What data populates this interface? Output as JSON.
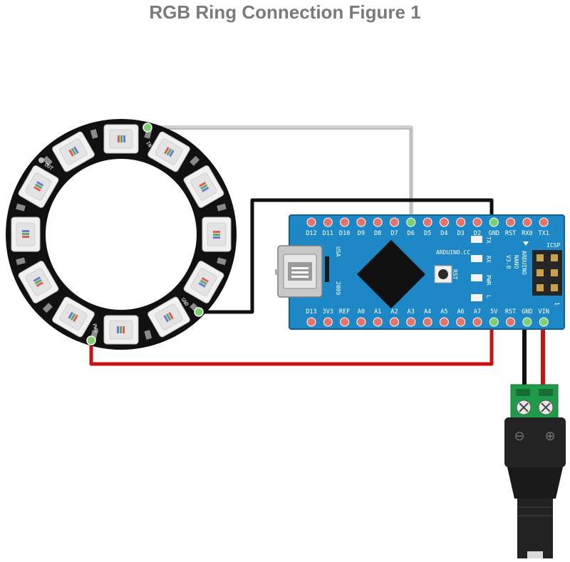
{
  "title": "RGB Ring Connection Figure 1",
  "ring": {
    "led_count": 12,
    "pad_labels": {
      "in": "IN",
      "out": "OUT",
      "gnd": "GND",
      "pwr": "PWR"
    }
  },
  "arduino": {
    "top_pins": [
      "D12",
      "D11",
      "D10",
      "D9",
      "D8",
      "D7",
      "D6",
      "D5",
      "D4",
      "D3",
      "D2",
      "GND",
      "RST",
      "RX0",
      "TX1"
    ],
    "bottom_pins": [
      "D13",
      "3V3",
      "REF",
      "A0",
      "A1",
      "A2",
      "A3",
      "A4",
      "A5",
      "A6",
      "A7",
      "5V",
      "RST",
      "GND",
      "VIN"
    ],
    "brand_text": "ARDUINO.CC",
    "model_lines": [
      "ARDUINO",
      "NANO",
      "V3.0"
    ],
    "usa_text": "USA",
    "year_text": "2009",
    "icsp_text": "ICSP",
    "rst_text": "RST",
    "led_labels": [
      "TX",
      "RX",
      "PWR",
      "L"
    ],
    "corner_mark": "1"
  },
  "connector": {
    "minus": "⊖",
    "plus": "⊕"
  },
  "wires": [
    {
      "from": "ring.IN",
      "to": "D6",
      "color": "#c8c8c8"
    },
    {
      "from": "ring.GND",
      "to": "GND",
      "color": "#111111"
    },
    {
      "from": "ring.PWR",
      "to": "5V",
      "color": "#cc1111"
    },
    {
      "from": "GND",
      "to": "dc-jack.minus",
      "color": "#111111"
    },
    {
      "from": "VIN",
      "to": "dc-jack.plus",
      "color": "#cc1111"
    }
  ],
  "colors": {
    "board": "#1e88c7",
    "pin_pad": "#e57368",
    "pin_pad_green": "#7bd16a",
    "ring": "#111111",
    "terminal": "#1f9a48",
    "title": "#7a7a7a"
  }
}
